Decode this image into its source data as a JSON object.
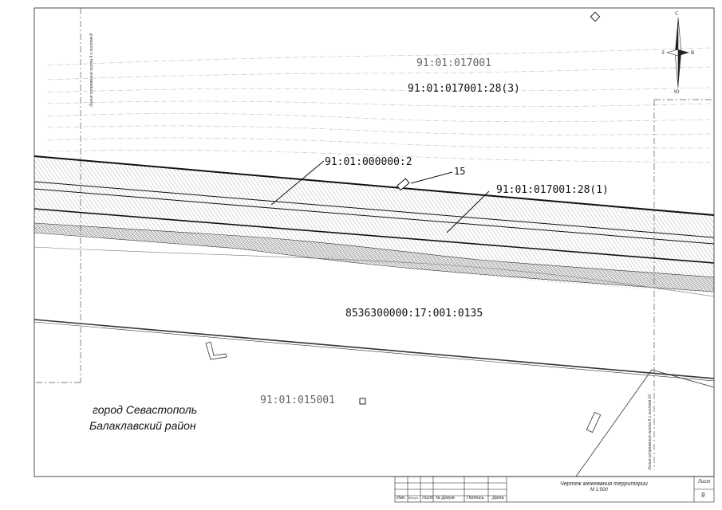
{
  "cadastral": {
    "quarter_north": "91:01:017001",
    "parcel_north": "91:01:017001:28(3)",
    "parcel_road": "91:01:000000:2",
    "point_number": "15",
    "parcel_strip": "91:01:017001:28(1)",
    "parcel_south": "8536300000:17:001:0135",
    "quarter_south": "91:01:015001"
  },
  "location": {
    "city": "город Севастополь",
    "district": "Балаклавский район"
  },
  "compass": {
    "north": "С",
    "south": "Ю",
    "west": "З",
    "east": "В"
  },
  "side_notes": {
    "left_vertical": "Линия сопряжения листа 9 с листом 8",
    "right_vertical": "Линия сопряжения листа 9 с листом 10"
  },
  "title_block": {
    "columns": [
      "Изм.",
      "Кол.уч.",
      "Лист",
      "№ Докум.",
      "Подпись",
      "Дата"
    ],
    "drawing_title": "Чертеж межевания территории",
    "scale": "М 1:500",
    "sheet_label": "Лист",
    "sheet_number": "9"
  }
}
